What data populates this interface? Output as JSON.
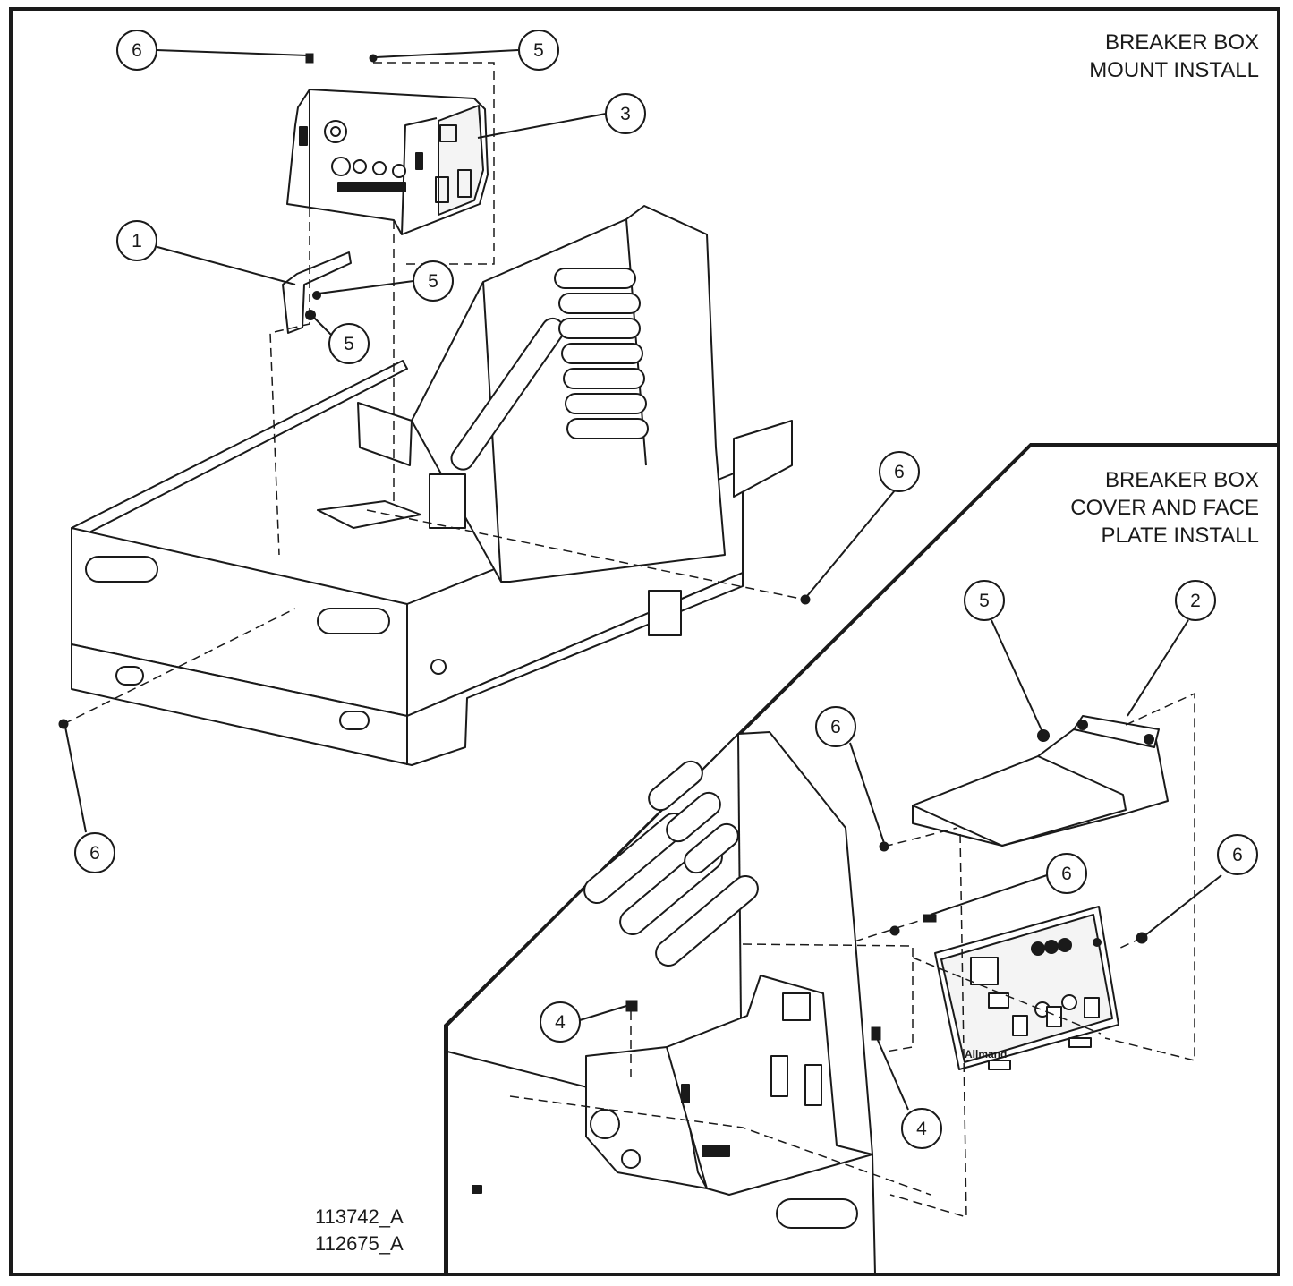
{
  "section_top": {
    "title_line1": "BREAKER BOX",
    "title_line2": "MOUNT INSTALL"
  },
  "section_bottom": {
    "title_line1": "BREAKER BOX",
    "title_line2": "COVER AND FACE",
    "title_line3": "PLATE INSTALL"
  },
  "drawing_codes": {
    "code1": "113742_A",
    "code2": "112675_A"
  },
  "callouts": {
    "c1": "6",
    "c2": "5",
    "c3": "3",
    "c4": "1",
    "c5": "5",
    "c6": "5",
    "c7": "6",
    "c8": "6",
    "c9": "5",
    "c10": "2",
    "c11": "6",
    "c12": "6",
    "c13": "6",
    "c14": "4",
    "c15": "4"
  },
  "faceplate_brand": "Allmand",
  "colors": {
    "line": "#1a1a1a",
    "fill_light": "#f4f4f4",
    "background": "#ffffff"
  }
}
